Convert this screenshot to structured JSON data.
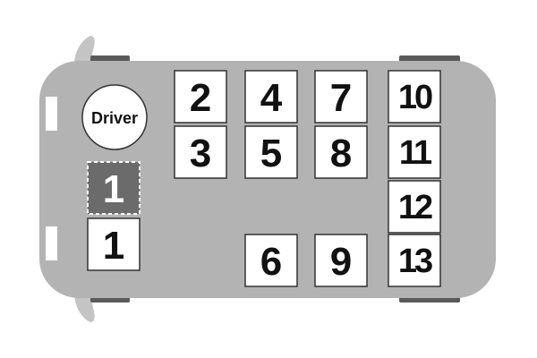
{
  "colors": {
    "body": "#b3b3b3",
    "seat_fill": "#ffffff",
    "seat_stroke": "#333333",
    "folded_seat_fill": "#6b6b6b",
    "folded_seat_text": "#ffffff",
    "wheel": "#5a5a5a",
    "mirror": "#c4c4c4",
    "text": "#111111"
  },
  "driver": {
    "label": "Driver"
  },
  "seats": [
    {
      "id": "front-passenger-folded",
      "label": "1",
      "folded": true
    },
    {
      "id": "front-passenger",
      "label": "1",
      "folded": false
    },
    {
      "id": "seat-2",
      "label": "2",
      "folded": false
    },
    {
      "id": "seat-3",
      "label": "3",
      "folded": false
    },
    {
      "id": "seat-4",
      "label": "4",
      "folded": false
    },
    {
      "id": "seat-5",
      "label": "5",
      "folded": false
    },
    {
      "id": "seat-6",
      "label": "6",
      "folded": false
    },
    {
      "id": "seat-7",
      "label": "7",
      "folded": false
    },
    {
      "id": "seat-8",
      "label": "8",
      "folded": false
    },
    {
      "id": "seat-9",
      "label": "9",
      "folded": false
    },
    {
      "id": "seat-10",
      "label": "10",
      "folded": false
    },
    {
      "id": "seat-11",
      "label": "11",
      "folded": false
    },
    {
      "id": "seat-12",
      "label": "12",
      "folded": false
    },
    {
      "id": "seat-13",
      "label": "13",
      "folded": false
    }
  ]
}
